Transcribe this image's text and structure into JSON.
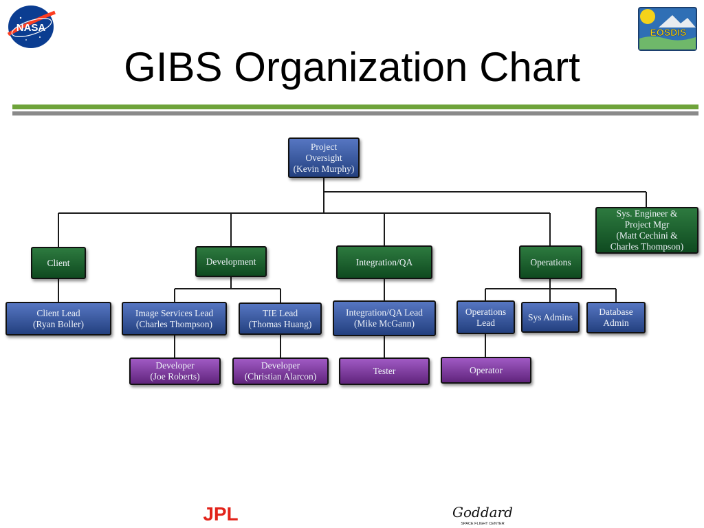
{
  "header": {
    "title": "GIBS Organization Chart",
    "nasa_logo_text": "NASA",
    "eosdis_logo_text": "EOSDIS"
  },
  "footer": {
    "jpl_logo_text": "JPL",
    "goddard_logo_text": "Goddard",
    "goddard_logo_subtext": "SPACE FLIGHT CENTER"
  },
  "colors": {
    "accent_green_rule": "#6ea33a",
    "gray_rule": "#8a8a8a",
    "leadership_blue": "#3a5aa3",
    "group_green": "#1a5e2c",
    "staff_purple": "#7e3ba0",
    "jpl_red": "#e2231a"
  },
  "org": {
    "oversight": {
      "line1": "Project",
      "line2": "Oversight",
      "line3": "(Kevin Murphy)"
    },
    "sys_engineer": {
      "line1": "Sys. Engineer &",
      "line2": "Project Mgr",
      "line3": "(Matt Cechini &",
      "line4": "Charles Thompson)"
    },
    "groups": {
      "client": "Client",
      "development": "Development",
      "integration": "Integration/QA",
      "operations": "Operations"
    },
    "leads": {
      "client_lead": {
        "line1": "Client Lead",
        "line2": "(Ryan Boller)"
      },
      "image_services_lead": {
        "line1": "Image Services Lead",
        "line2": "(Charles Thompson)"
      },
      "tie_lead": {
        "line1": "TIE Lead",
        "line2": "(Thomas Huang)"
      },
      "integration_lead": {
        "line1": "Integration/QA Lead",
        "line2": "(Mike McGann)"
      },
      "operations_lead": {
        "line1": "Operations",
        "line2": "Lead"
      },
      "sys_admins": {
        "line1": "Sys Admins"
      },
      "database_admin": {
        "line1": "Database",
        "line2": "Admin"
      }
    },
    "staff": {
      "developer_joe": {
        "line1": "Developer",
        "line2": "(Joe Roberts)"
      },
      "developer_christian": {
        "line1": "Developer",
        "line2": "(Christian Alarcon)"
      },
      "tester": {
        "line1": "Tester"
      },
      "operator": {
        "line1": "Operator"
      }
    }
  }
}
